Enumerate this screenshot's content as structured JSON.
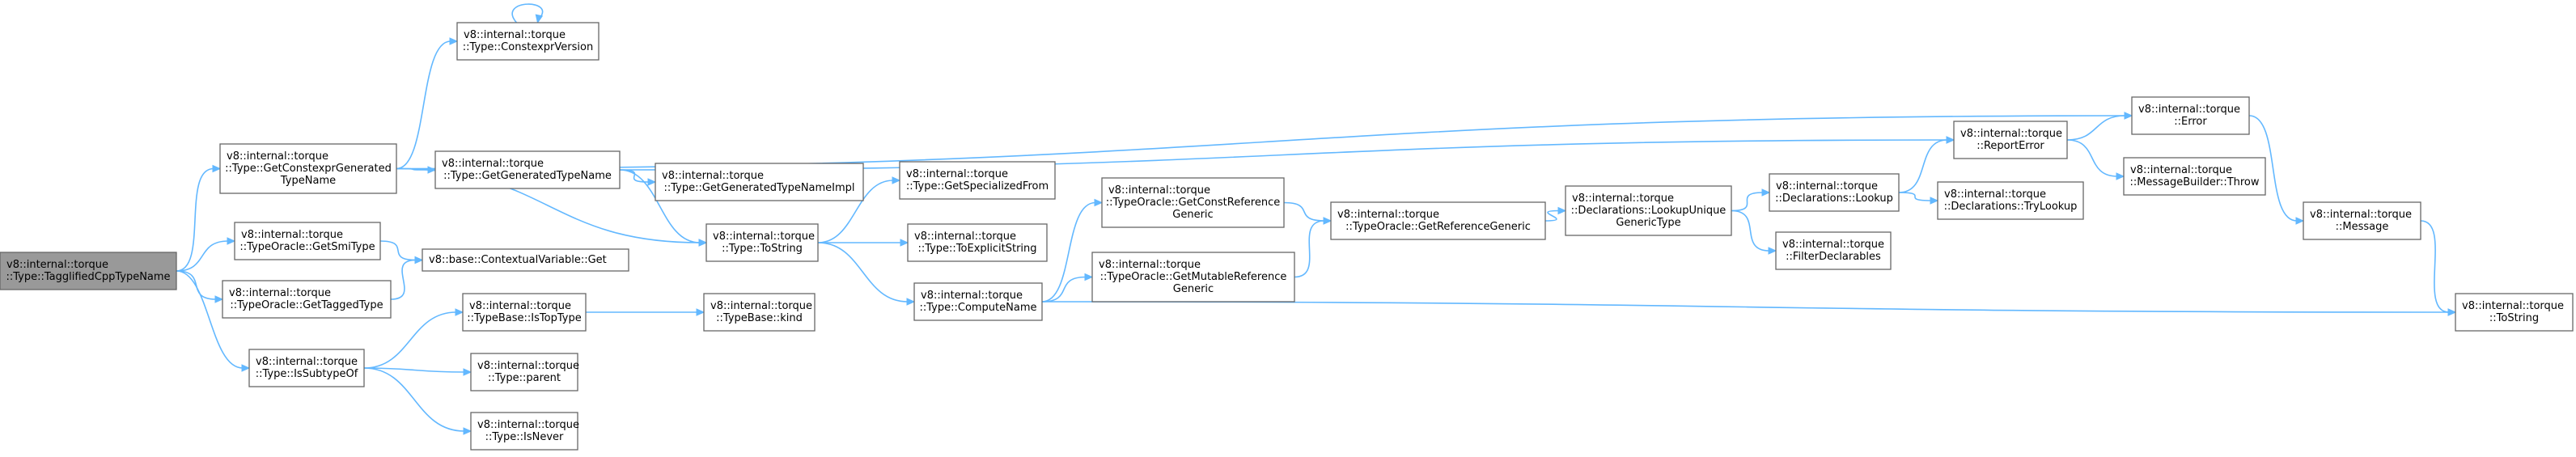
{
  "graph": {
    "nodes": [
      {
        "id": "root",
        "lines": [
          "v8::internal::torque",
          "::Type::TagglifiedCppTypeName"
        ],
        "root": true
      },
      {
        "id": "getConstexprGen",
        "lines": [
          "v8::internal::torque",
          "::Type::GetConstexprGenerated",
          "TypeName"
        ]
      },
      {
        "id": "constexprVersion",
        "lines": [
          "v8::internal::torque",
          "::Type::ConstexprVersion"
        ]
      },
      {
        "id": "getSmiType",
        "lines": [
          "v8::internal::torque",
          "::TypeOracle::GetSmiType"
        ]
      },
      {
        "id": "getTaggedType",
        "lines": [
          "v8::internal::torque",
          "::TypeOracle::GetTaggedType"
        ]
      },
      {
        "id": "isSubtypeOf",
        "lines": [
          "v8::internal::torque",
          "::Type::IsSubtypeOf"
        ]
      },
      {
        "id": "getGeneratedTypeName",
        "lines": [
          "v8::internal::torque",
          "::Type::GetGeneratedTypeName"
        ]
      },
      {
        "id": "getGeneratedTypeNameImpl",
        "lines": [
          "v8::internal::torque",
          "::Type::GetGeneratedTypeNameImpl"
        ]
      },
      {
        "id": "toString",
        "lines": [
          "v8::internal::torque",
          "::Type::ToString"
        ]
      },
      {
        "id": "ctxGet",
        "lines": [
          "v8::base::ContextualVariable::Get"
        ]
      },
      {
        "id": "isTopType",
        "lines": [
          "v8::internal::torque",
          "::TypeBase::IsTopType"
        ]
      },
      {
        "id": "parent",
        "lines": [
          "v8::internal::torque",
          "::Type::parent"
        ]
      },
      {
        "id": "isNever",
        "lines": [
          "v8::internal::torque",
          "::Type::IsNever"
        ]
      },
      {
        "id": "kind",
        "lines": [
          "v8::internal::torque",
          "::TypeBase::kind"
        ]
      },
      {
        "id": "getSpecializedFrom",
        "lines": [
          "v8::internal::torque",
          "::Type::GetSpecializedFrom"
        ]
      },
      {
        "id": "toExplicitString",
        "lines": [
          "v8::internal::torque",
          "::Type::ToExplicitString"
        ]
      },
      {
        "id": "computeName",
        "lines": [
          "v8::internal::torque",
          "::Type::ComputeName"
        ]
      },
      {
        "id": "getConstRef",
        "lines": [
          "v8::internal::torque",
          "::TypeOracle::GetConstReference",
          "Generic"
        ]
      },
      {
        "id": "getMutRef",
        "lines": [
          "v8::internal::torque",
          "::TypeOracle::GetMutableReference",
          "Generic"
        ]
      },
      {
        "id": "getRefGeneric",
        "lines": [
          "v8::internal::torque",
          "::TypeOracle::GetReferenceGeneric"
        ]
      },
      {
        "id": "lookupUnique",
        "lines": [
          "v8::internal::torque",
          "::Declarations::LookupUnique",
          "GenericType"
        ]
      },
      {
        "id": "lookup",
        "lines": [
          "v8::internal::torque",
          "::Declarations::Lookup"
        ]
      },
      {
        "id": "filterDecl",
        "lines": [
          "v8::internal::torque",
          "::FilterDeclarables"
        ]
      },
      {
        "id": "reportError",
        "lines": [
          "v8::internal::torque",
          "::ReportError"
        ]
      },
      {
        "id": "tryLookup",
        "lines": [
          "v8::internal::torque",
          "::Declarations::TryLookup"
        ]
      },
      {
        "id": "error",
        "lines": [
          "v8::internal::torque",
          "::Error"
        ]
      },
      {
        "id": "throw",
        "lines": [
          "v8::internal::torque",
          "::MessageBuilder::Throw"
        ]
      },
      {
        "id": "message",
        "lines": [
          "v8::internal::torque",
          "::Message"
        ]
      },
      {
        "id": "toStringFn",
        "lines": [
          "v8::internal::torque",
          "::ToString"
        ]
      }
    ],
    "edges": [
      [
        "root",
        "getConstexprGen"
      ],
      [
        "root",
        "getSmiType"
      ],
      [
        "root",
        "getTaggedType"
      ],
      [
        "root",
        "isSubtypeOf"
      ],
      [
        "getConstexprGen",
        "constexprVersion"
      ],
      [
        "constexprVersion",
        "constexprVersion"
      ],
      [
        "getConstexprGen",
        "getGeneratedTypeName"
      ],
      [
        "getConstexprGen",
        "toString"
      ],
      [
        "getConstexprGen",
        "error"
      ],
      [
        "getSmiType",
        "ctxGet"
      ],
      [
        "getTaggedType",
        "ctxGet"
      ],
      [
        "isSubtypeOf",
        "isTopType"
      ],
      [
        "isSubtypeOf",
        "parent"
      ],
      [
        "isSubtypeOf",
        "isNever"
      ],
      [
        "isTopType",
        "kind"
      ],
      [
        "getGeneratedTypeName",
        "getGeneratedTypeNameImpl"
      ],
      [
        "getGeneratedTypeName",
        "toString"
      ],
      [
        "getGeneratedTypeName",
        "reportError"
      ],
      [
        "toString",
        "getSpecializedFrom"
      ],
      [
        "toString",
        "toExplicitString"
      ],
      [
        "toString",
        "computeName"
      ],
      [
        "computeName",
        "getConstRef"
      ],
      [
        "computeName",
        "getMutRef"
      ],
      [
        "computeName",
        "toStringFn"
      ],
      [
        "getConstRef",
        "getRefGeneric"
      ],
      [
        "getMutRef",
        "getRefGeneric"
      ],
      [
        "getRefGeneric",
        "lookupUnique"
      ],
      [
        "lookupUnique",
        "lookup"
      ],
      [
        "lookupUnique",
        "filterDecl"
      ],
      [
        "lookup",
        "reportError"
      ],
      [
        "lookup",
        "tryLookup"
      ],
      [
        "reportError",
        "error"
      ],
      [
        "reportError",
        "throw"
      ],
      [
        "error",
        "message"
      ],
      [
        "message",
        "toStringFn"
      ]
    ]
  }
}
